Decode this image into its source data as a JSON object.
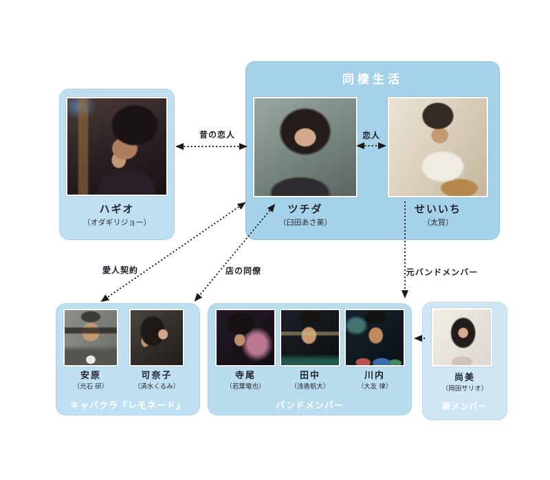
{
  "main_group": {
    "title": "同棲生活"
  },
  "cards": {
    "hagio": {
      "name": "ハギオ",
      "actor": "（オダギリジョー）"
    },
    "tsuchida": {
      "name": "ツチダ",
      "actor": "（臼田あさ美）"
    },
    "seiichi": {
      "name": "せいいち",
      "actor": "（太賀）"
    },
    "yasuhara": {
      "name": "安原",
      "actor": "（光石 研）"
    },
    "kanako": {
      "name": "可奈子",
      "actor": "（清水くるみ）"
    },
    "terao": {
      "name": "寺尾",
      "actor": "（若葉竜也）"
    },
    "tanaka": {
      "name": "田中",
      "actor": "（浅香航大）"
    },
    "kawauchi": {
      "name": "川内",
      "actor": "（大友 律）"
    },
    "naomi": {
      "name": "尚美",
      "actor": "（岡田サリオ）"
    }
  },
  "groups": {
    "cabaret_footer": "キャバクラ『レモネード』",
    "band_footer": "バンドメンバー",
    "new_member_footer": "新メンバー"
  },
  "relations": {
    "old_lovers": "昔の恋人",
    "lovers": "恋人",
    "mistress_contract": "愛人契約",
    "shop_colleague": "店の同僚",
    "ex_band_member": "元バンドメンバー"
  },
  "colors": {
    "main_box": "#a6d2e9",
    "sub_box": "#bfe0f2",
    "new_member_box": "#cfe6f4",
    "header_text": "#ffffff",
    "footer_text": "#ffffff",
    "name_text": "#22222c",
    "arrow": "#1a1a1a",
    "background": "#ffffff"
  }
}
